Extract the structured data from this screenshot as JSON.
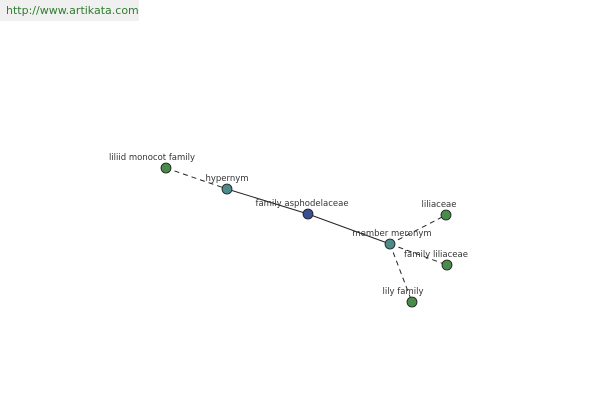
{
  "header": {
    "url": "http://www.artikata.com"
  },
  "nodes": [
    {
      "id": "liliid",
      "label": "liliid monocot family",
      "color": "#4a8a4a",
      "kind": "word"
    },
    {
      "id": "hypernym",
      "label": "hypernym",
      "color": "#4d8a8a",
      "kind": "relation"
    },
    {
      "id": "center",
      "label": "family asphodelaceae",
      "color": "#3a4f8f",
      "kind": "center"
    },
    {
      "id": "meronym",
      "label": "member meronym",
      "color": "#4d8a8a",
      "kind": "relation"
    },
    {
      "id": "liliaceae",
      "label": "liliaceae",
      "color": "#4a8a4a",
      "kind": "word"
    },
    {
      "id": "family-liliaceae",
      "label": "family liliaceae",
      "color": "#4a8a4a",
      "kind": "word"
    },
    {
      "id": "lily-family",
      "label": "lily family",
      "color": "#4a8a4a",
      "kind": "word"
    }
  ],
  "edges": [
    {
      "from": "liliid",
      "to": "hypernym",
      "style": "dashed"
    },
    {
      "from": "hypernym",
      "to": "center",
      "style": "solid"
    },
    {
      "from": "center",
      "to": "meronym",
      "style": "solid"
    },
    {
      "from": "meronym",
      "to": "liliaceae",
      "style": "dashed"
    },
    {
      "from": "meronym",
      "to": "family-liliaceae",
      "style": "dashed"
    },
    {
      "from": "meronym",
      "to": "lily-family",
      "style": "dashed"
    }
  ]
}
